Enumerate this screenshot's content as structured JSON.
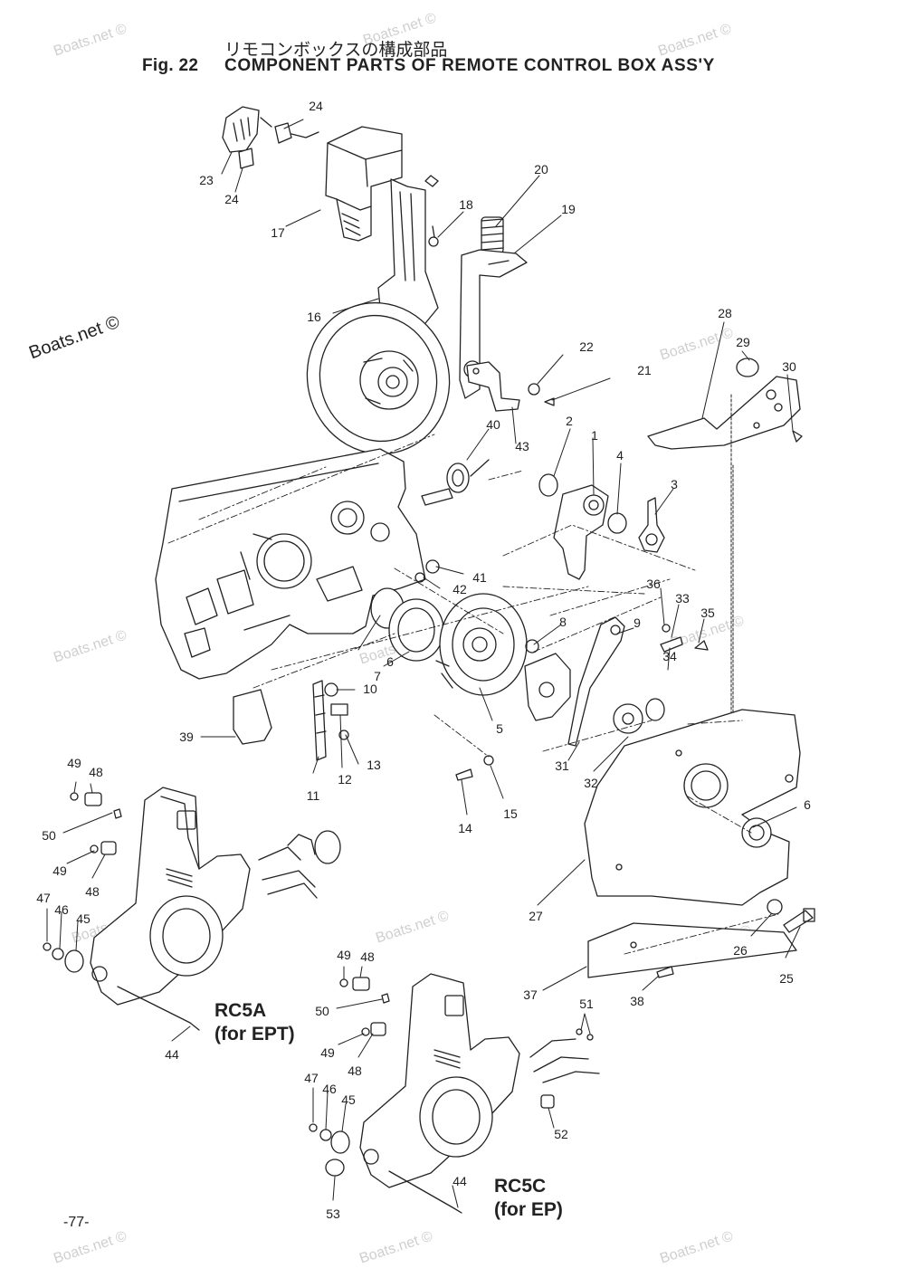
{
  "header": {
    "japanese_title": "リモコンボックスの構成部品",
    "figure_label": "Fig. 22",
    "title": "COMPONENT PARTS OF REMOTE CONTROL BOX ASS'Y"
  },
  "page_number": "-77-",
  "models": [
    {
      "name": "RC5A",
      "note": "(for EPT)"
    },
    {
      "name": "RC5C",
      "note": "(for EP)"
    }
  ],
  "watermark": "Boats.net ©",
  "parts": [
    "1",
    "2",
    "3",
    "4",
    "5",
    "6",
    "6",
    "7",
    "8",
    "9",
    "10",
    "11",
    "12",
    "13",
    "14",
    "15",
    "16",
    "17",
    "18",
    "19",
    "20",
    "21",
    "22",
    "23",
    "24",
    "24",
    "25",
    "26",
    "27",
    "28",
    "29",
    "30",
    "31",
    "32",
    "33",
    "34",
    "35",
    "36",
    "37",
    "38",
    "39",
    "40",
    "41",
    "42",
    "43",
    "44",
    "44",
    "45",
    "45",
    "46",
    "46",
    "47",
    "47",
    "48",
    "48",
    "48",
    "48",
    "49",
    "49",
    "49",
    "49",
    "50",
    "50",
    "51",
    "52",
    "53"
  ]
}
